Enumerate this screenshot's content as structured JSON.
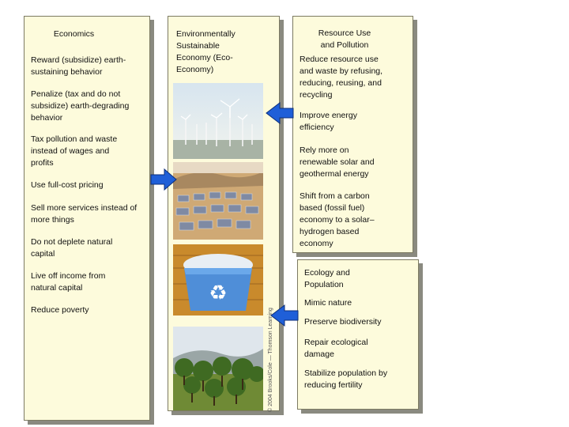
{
  "economics": {
    "title": "Economics",
    "items": [
      "Reward (subsidize) earth-sustaining behavior",
      "Penalize (tax and do not subsidize) earth-degrading behavior",
      "Tax pollution and waste instead of wages and profits",
      "Use full-cost pricing",
      "Sell more services instead of more things",
      "Do not deplete natural capital",
      "Live off income from natural capital",
      "Reduce poverty"
    ]
  },
  "eco_economy": {
    "title": "Environmentally Sustainable Economy (Eco-Economy)",
    "images": [
      "wind-turbines-image",
      "solar-panels-image",
      "recycling-bin-image",
      "forest-image"
    ],
    "credit": "© 2004 Brooks/Cole — Thomson Learning"
  },
  "resource_use": {
    "title": "Resource Use and Pollution",
    "items": [
      "Reduce resource use and waste by refusing, reducing, reusing, and recycling",
      "Improve energy efficiency",
      "Rely more on renewable solar and geothermal energy",
      "Shift from a carbon based (fossil fuel) economy to a solar–hydrogen based economy"
    ]
  },
  "ecology": {
    "title": "Ecology and Population",
    "items": [
      "Mimic nature",
      "Preserve biodiversity",
      "Repair ecological damage",
      "Stabilize population by reducing fertility"
    ]
  },
  "colors": {
    "panel_bg": "#fdfbdc",
    "arrow_blue": "#1f5fd8",
    "panel_border": "#7c7a62"
  }
}
